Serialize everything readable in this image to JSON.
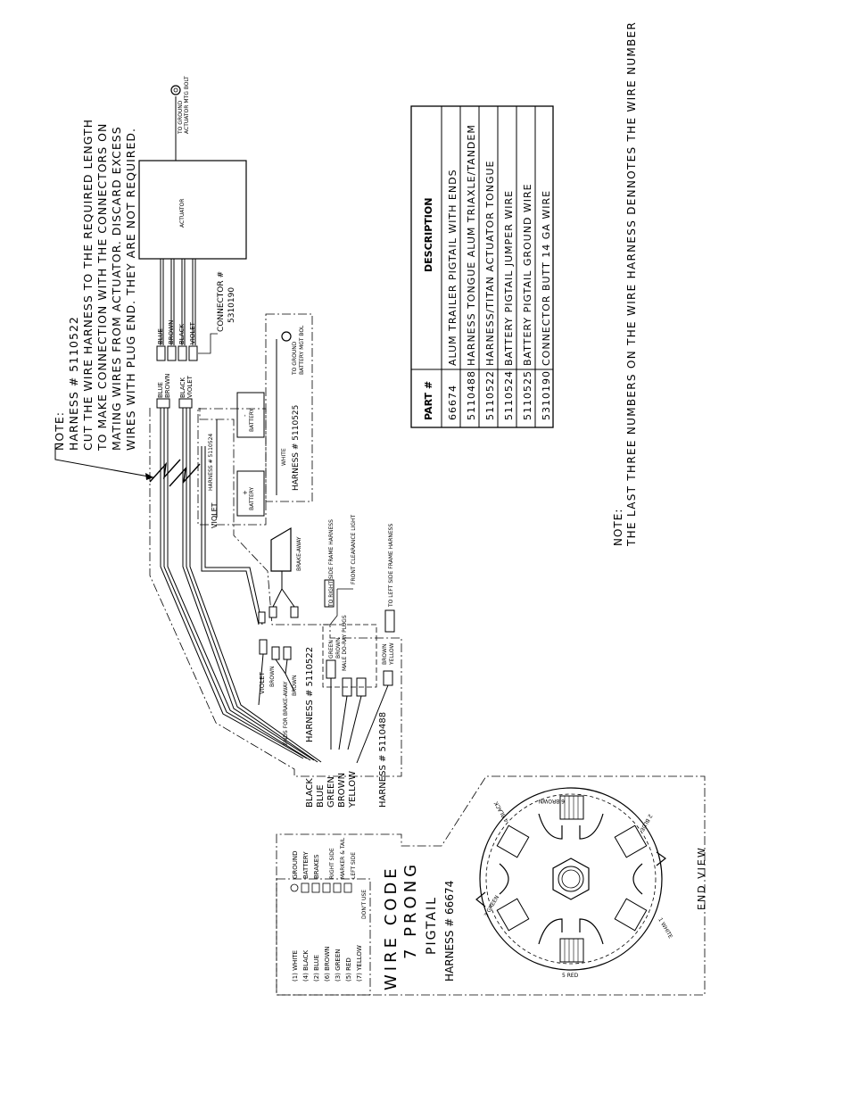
{
  "top_note": {
    "heading": "NOTE:",
    "lines": [
      "HARNESS # 5110522",
      "CUT THE WIRE HARNESS TO THE REQUIRED LENGTH",
      "TO MAKE CONNECTION WITH THE CONNECTORS ON",
      "MATING WIRES FROM ACTUATOR.  DISCARD EXCESS",
      "WIRES WITH PLUG END.  THEY ARE NOT REQUIRED."
    ]
  },
  "actuator": {
    "label": "ACTUATOR",
    "ground_label_1": "TO GROUND",
    "ground_label_2": "ACTUATOR MTG BOLT",
    "wire_labels": [
      "BLUE",
      "BROWN",
      "BLACK",
      "VIOLET"
    ],
    "connector_label": "CONNECTOR #",
    "connector_number": "5310190"
  },
  "harness_5110522_ends": {
    "pair_labels": [
      "BLUE",
      "BROWN",
      "BLACK",
      "VIOLET"
    ]
  },
  "battery_box": {
    "battery_label": "BATTERY",
    "battery_plus_label": "BATTERY",
    "plus_sign": "+",
    "minus_sign": "-",
    "harness_label": "HARNESS # 5110524",
    "white_label": "WHITE",
    "harness_5110525_label": "HARNESS # 5110525",
    "ground_label_1": "TO GROUND",
    "ground_label_2": "BATTERY MGT BOL"
  },
  "violet_label": "VIOLET",
  "breakaway": {
    "label": "BRAKE-AWAY",
    "violet": "VIOLET",
    "brown_1": "BROWN",
    "brown_2": "BROWN",
    "ends_label": "ENDS FOR BRAKE-AWAY",
    "harness_label": "HARNESS # 5110522"
  },
  "right_side": {
    "frame_label": "TO RIGHT SIDE FRAME HARNESS",
    "clearance_label": "FRONT CLEARANCE LIGHT",
    "plugs_label": "MALE DO-RAY PLUGS",
    "green": "GREEN",
    "brown": "BROWN"
  },
  "left_side": {
    "frame_label": "TO LEFT SIDE FRAME HARNESS",
    "brown": "BROWN",
    "yellow": "YELLOW"
  },
  "harness_5110488_label": "HARNESS # 5110488",
  "pigtail_wire_colors": [
    "BLACK",
    "BLUE",
    "GREEN",
    "BROWN",
    "YELLOW"
  ],
  "wire_code": {
    "title_1": "WIRE CODE",
    "title_2": "7 PRONG",
    "title_3": "PIGTAIL",
    "harness_label": "HARNESS # 66674",
    "rows": [
      {
        "wire": "(1) WHITE",
        "function": "GROUND"
      },
      {
        "wire": "(4) BLACK",
        "function": "BATTERY"
      },
      {
        "wire": "(2) BLUE",
        "function": "BRAKES"
      },
      {
        "wire": "(6) BROWN",
        "function": "RIGHT SIDE"
      },
      {
        "wire": "(3) GREEN",
        "function": "MARKER & TAIL"
      },
      {
        "wire": "(5) RED",
        "function": "LEFT SIDE"
      },
      {
        "wire": "(7) YELLOW",
        "function": "DON'T USE"
      }
    ]
  },
  "end_view": {
    "title": "END VIEW",
    "terminals": [
      "6 BROWN",
      "2 BLUE",
      "1 WHITE",
      "5 RED",
      "3 GREEN",
      "4 BLACK"
    ]
  },
  "parts_table": {
    "header_part": "PART #",
    "header_description": "DESCRIPTION",
    "rows": [
      {
        "part": "66674",
        "description": "ALUM TRAILER PIGTAIL WITH ENDS"
      },
      {
        "part": "5110488",
        "description": "HARNESS  TONGUE ALUM TRIAXLE/TANDEM"
      },
      {
        "part": "5110522",
        "description": "HARNESS/TITAN ACTUATOR TONGUE"
      },
      {
        "part": "5110524",
        "description": "BATTERY PIGTAIL JUMPER WIRE"
      },
      {
        "part": "5110525",
        "description": "BATTERY PIGTAIL GROUND WIRE"
      },
      {
        "part": "5310190",
        "description": "CONNECTOR  BUTT  14 GA WIRE"
      }
    ]
  },
  "bottom_note": {
    "heading": "NOTE:",
    "text": "THE LAST THREE NUMBERS ON THE WIRE HARNESS DENNOTES THE WIRE NUMBER"
  }
}
